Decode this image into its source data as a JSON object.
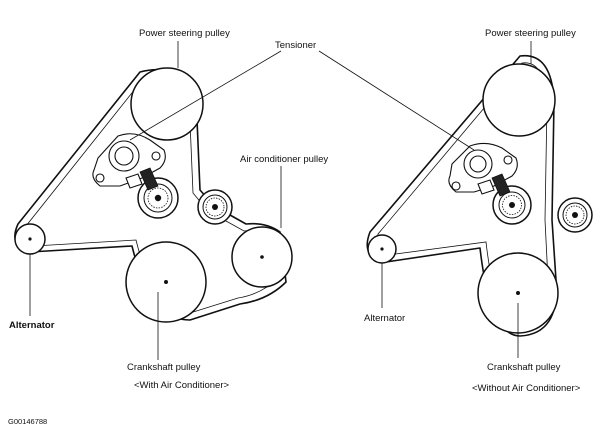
{
  "labels": {
    "power_steering_left": "Power steering pulley",
    "tensioner": "Tensioner",
    "power_steering_right": "Power steering pulley",
    "air_conditioner": "Air conditioner pulley",
    "alternator_left": "Alternator",
    "alternator_right": "Alternator",
    "crankshaft_left": "Crankshaft pulley",
    "crankshaft_right": "Crankshaft pulley",
    "with_ac": "<With Air Conditioner>",
    "without_ac": "<Without Air Conditioner>",
    "figure_id": "G00146788"
  }
}
